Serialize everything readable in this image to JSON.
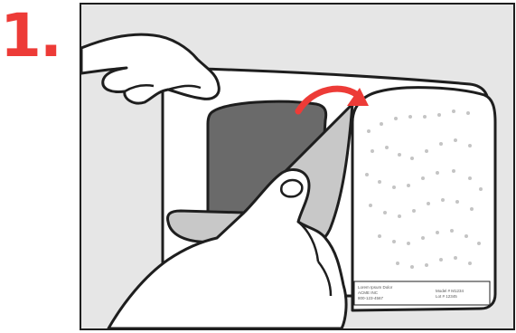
{
  "step": {
    "number": "1."
  },
  "colors": {
    "step_number": "#ed3b37",
    "frame_background": "#e6e6e6",
    "outline": "#1e1e1e",
    "dark_patch": "#6a6a6a",
    "peeled_backing": "#c8c8c8",
    "arrow": "#ed3b37",
    "dots": "#c4c4c4"
  },
  "illustration": {
    "label_line_1": "Lorem Ipsum Dolor",
    "label_line_2": "ACME INC",
    "label_line_3": "800-123-4567",
    "model_line": "Model # M1234",
    "lot_line": "Lot # 12345"
  },
  "icons": [
    "curved-arrow-icon"
  ]
}
